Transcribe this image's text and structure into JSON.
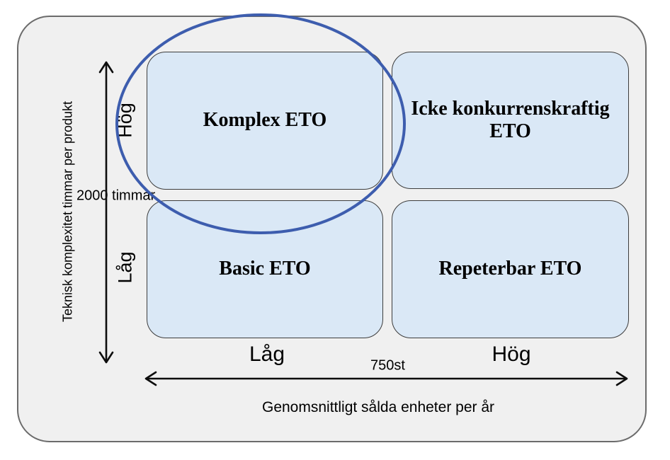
{
  "diagram": {
    "type": "2x2-matrix",
    "quadrants": [
      {
        "position": "top-left",
        "label": "Komplex ETO",
        "highlighted": true
      },
      {
        "position": "top-right",
        "label": "Icke konkurrenskraftig ETO",
        "highlighted": false
      },
      {
        "position": "bottom-left",
        "label": "Basic ETO",
        "highlighted": false
      },
      {
        "position": "bottom-right",
        "label": "Repeterbar ETO",
        "highlighted": false
      }
    ],
    "y_axis": {
      "title": "Teknisk komplexitet timmar per produkt",
      "high": "Hög",
      "low": "Låg",
      "threshold": "2000 timmar"
    },
    "x_axis": {
      "title": "Genomsnittligt sålda enheter per år",
      "low": "Låg",
      "high": "Hög",
      "threshold": "750st"
    },
    "highlight": {
      "shape": "ellipse",
      "around": "Komplex ETO",
      "stroke_color": "#3D5DAE"
    },
    "colors": {
      "frame_fill": "#F0F0F0",
      "quadrant_fill": "#DAE8F6",
      "quadrant_border": "#3d3d3d",
      "arrow": "#000000",
      "text": "#000000",
      "highlight_stroke": "#3D5DAE"
    }
  }
}
